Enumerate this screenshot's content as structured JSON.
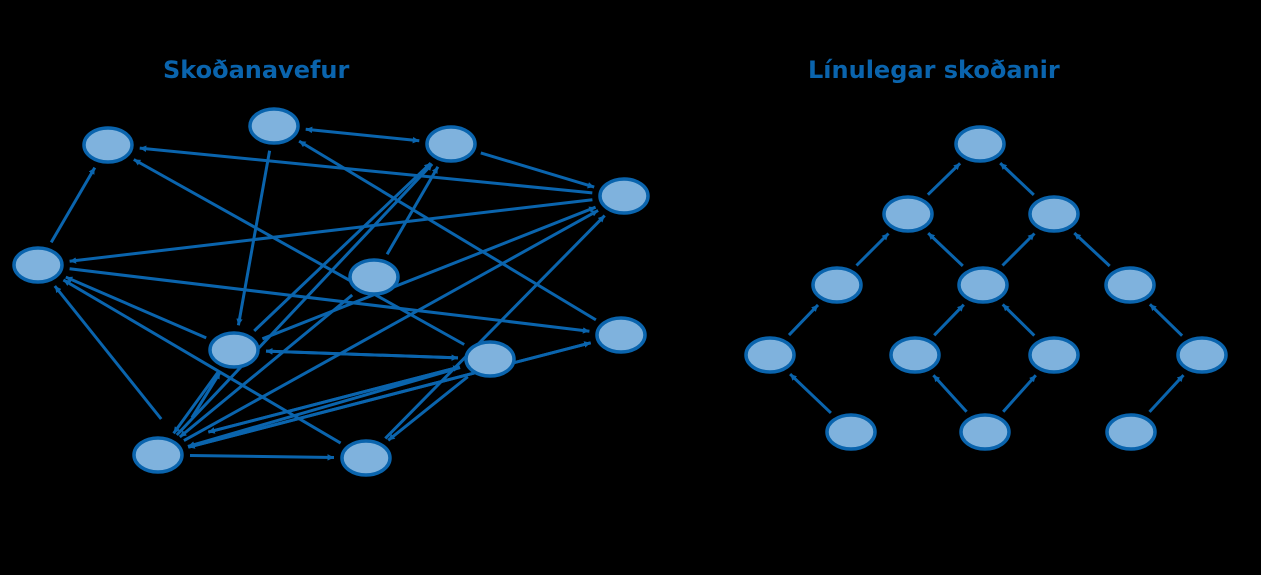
{
  "colors": {
    "background": "#000000",
    "node_fill": "#7fb2dd",
    "node_stroke": "#0a64ad",
    "edge": "#0a64ad",
    "title": "#0a64ad"
  },
  "left_panel": {
    "title": "Skoðanavefur",
    "nodes": [
      "a",
      "b",
      "c",
      "d",
      "e",
      "f",
      "g",
      "h",
      "i",
      "j",
      "k",
      "l"
    ],
    "edges": [
      {
        "from": "b",
        "to": "c",
        "dir": "both"
      },
      {
        "from": "c",
        "to": "d"
      },
      {
        "from": "d",
        "to": "e"
      },
      {
        "from": "d",
        "to": "a"
      },
      {
        "from": "e",
        "to": "a"
      },
      {
        "from": "b",
        "to": "g"
      },
      {
        "from": "e",
        "to": "h"
      },
      {
        "from": "f",
        "to": "c"
      },
      {
        "from": "f",
        "to": "j"
      },
      {
        "from": "g",
        "to": "d"
      },
      {
        "from": "g",
        "to": "c"
      },
      {
        "from": "g",
        "to": "i",
        "dir": "both"
      },
      {
        "from": "g",
        "to": "e"
      },
      {
        "from": "g",
        "to": "j"
      },
      {
        "from": "h",
        "to": "j"
      },
      {
        "from": "h",
        "to": "b"
      },
      {
        "from": "i",
        "to": "j"
      },
      {
        "from": "i",
        "to": "k"
      },
      {
        "from": "i",
        "to": "l"
      },
      {
        "from": "i",
        "to": "a"
      },
      {
        "from": "i",
        "to": "g"
      },
      {
        "from": "j",
        "to": "k"
      },
      {
        "from": "j",
        "to": "d"
      },
      {
        "from": "j",
        "to": "c"
      },
      {
        "from": "j",
        "to": "h"
      },
      {
        "from": "k",
        "to": "e"
      },
      {
        "from": "k",
        "to": "d"
      },
      {
        "from": "l",
        "to": "e"
      },
      {
        "from": "l",
        "to": "g"
      },
      {
        "from": "l",
        "to": "i",
        "dir": "both"
      }
    ]
  },
  "right_panel": {
    "title": "Línulegar skoðanir",
    "nodes": [
      "r1",
      "r2",
      "r3",
      "r4",
      "r5",
      "r6",
      "r7",
      "r8",
      "r9",
      "r10",
      "r11",
      "r12",
      "r13"
    ],
    "edges": [
      {
        "from": "r2",
        "to": "r1"
      },
      {
        "from": "r3",
        "to": "r1"
      },
      {
        "from": "r4",
        "to": "r2"
      },
      {
        "from": "r5",
        "to": "r2"
      },
      {
        "from": "r5",
        "to": "r3"
      },
      {
        "from": "r6",
        "to": "r3"
      },
      {
        "from": "r7",
        "to": "r4"
      },
      {
        "from": "r8",
        "to": "r5"
      },
      {
        "from": "r9",
        "to": "r5"
      },
      {
        "from": "r10",
        "to": "r6"
      },
      {
        "from": "r11",
        "to": "r7"
      },
      {
        "from": "r12",
        "to": "r8"
      },
      {
        "from": "r12",
        "to": "r9"
      },
      {
        "from": "r13",
        "to": "r10"
      }
    ]
  }
}
